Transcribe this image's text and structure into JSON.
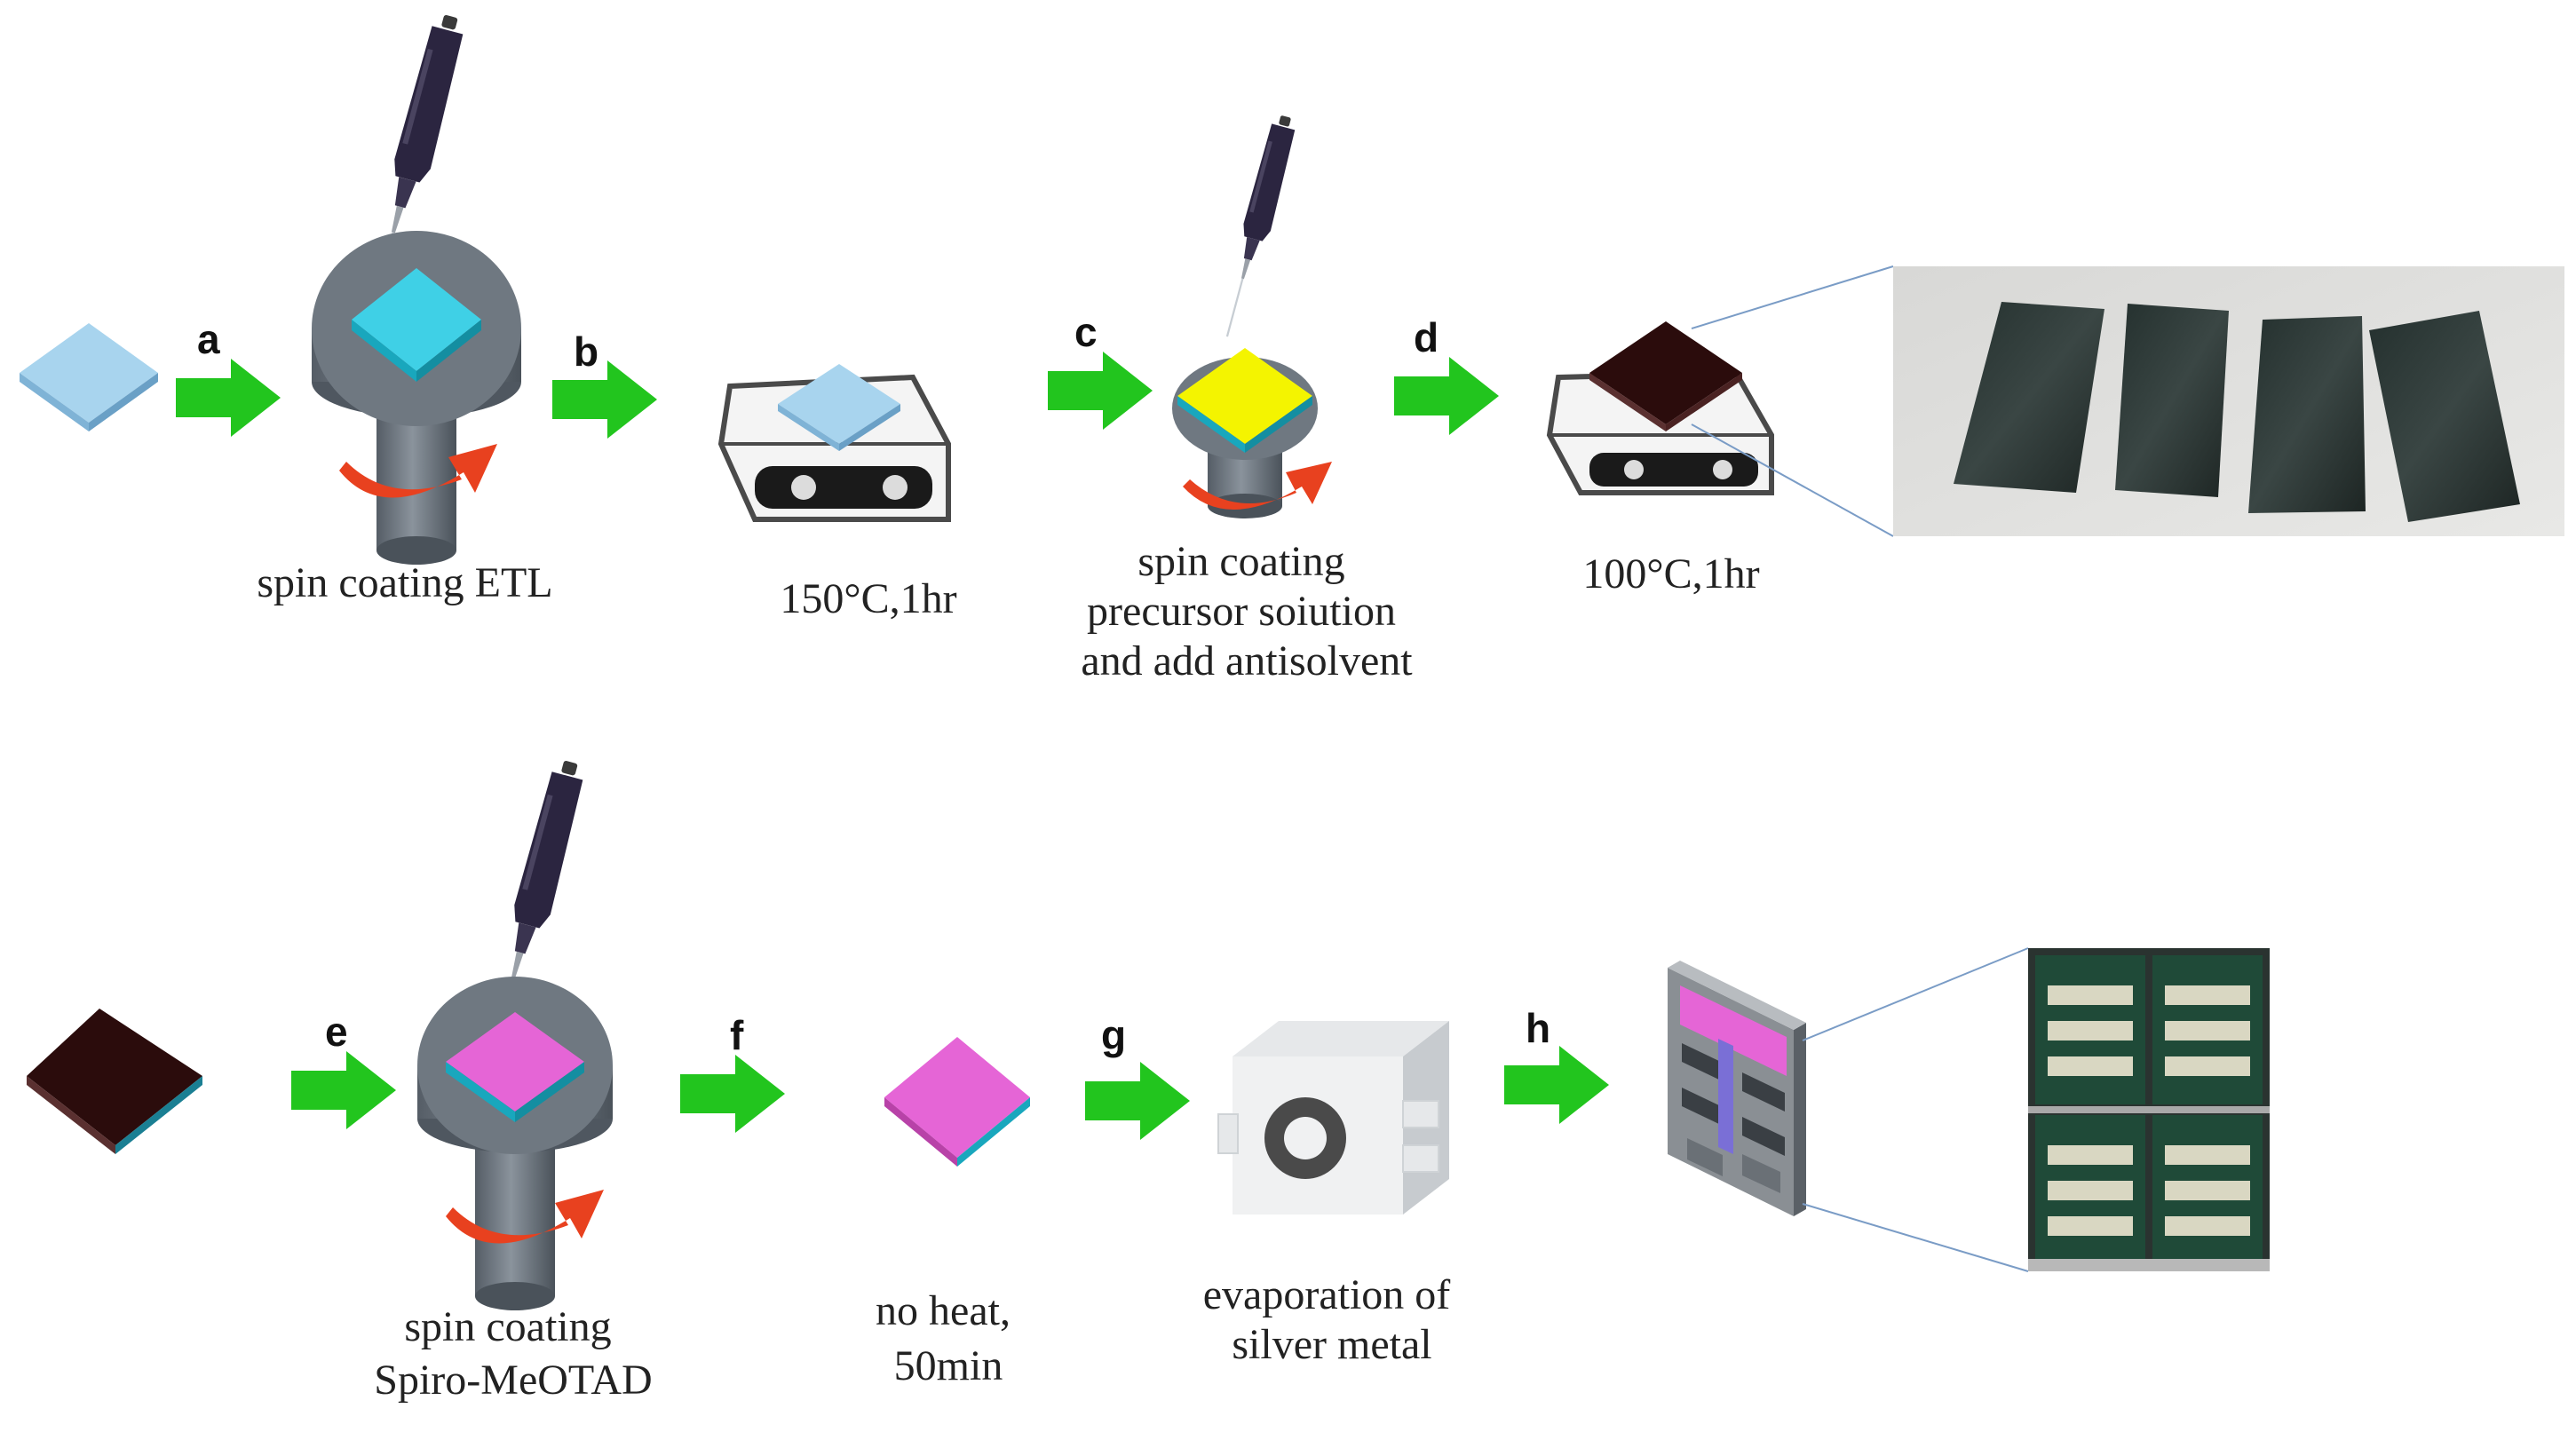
{
  "steps": {
    "a": "a",
    "b": "b",
    "c": "c",
    "d": "d",
    "e": "e",
    "f": "f",
    "g": "g",
    "h": "h"
  },
  "captions": {
    "spin_etl": [
      "spin coating ETL"
    ],
    "anneal_150": [
      "150°C,1hr"
    ],
    "spin_precursor": [
      "spin coating",
      "precursor soiution",
      "and add antisolvent"
    ],
    "anneal_100": [
      "100°C,1hr"
    ],
    "spin_spiro": [
      "spin coating",
      "Spiro-MeOTAD"
    ],
    "no_heat": [
      "no heat,",
      "50min"
    ],
    "evaporation": [
      "evaporation of",
      "silver metal"
    ]
  },
  "colors": {
    "arrow": "#22c51e",
    "substrate_blue": "#a8d4ee",
    "etl_cyan": "#3fd0e6",
    "perovskite_yellow": "#f4f400",
    "perovskite_brown": "#2b0c0c",
    "spiro_pink": "#e565d6",
    "spin_arrow": "#e8411f",
    "pipette": "#2b2540"
  }
}
